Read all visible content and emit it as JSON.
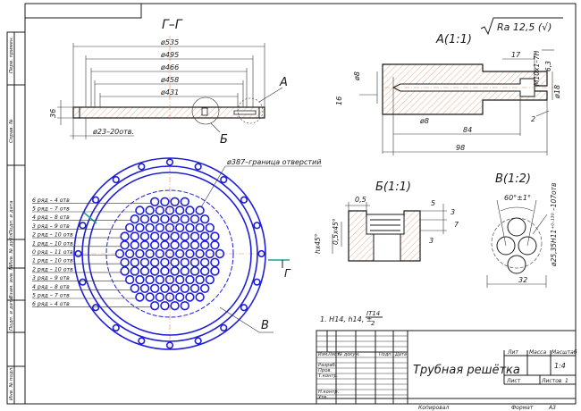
{
  "views": {
    "section_gg": {
      "title": "Г–Г",
      "dims": [
        "ø535",
        "ø495",
        "ø466",
        "ø458",
        "ø431"
      ],
      "thickness": "36",
      "holes": "ø23–20отв.",
      "callout_a": "А",
      "callout_b": "Б"
    },
    "detail_a": {
      "title": "А(1:1)",
      "roughness": "Ra 12,5 (√)",
      "dims": {
        "d8_top": "ø8",
        "d8_bottom": "ø8",
        "d18": "ø18",
        "d16": "16",
        "l17": "17",
        "l84": "84",
        "l98": "98",
        "l2": "2",
        "h63": "6,3",
        "thread": "M10x1–7H"
      }
    },
    "detail_b": {
      "title": "Б(1:1)",
      "dims": {
        "w05": "0,5",
        "chamfer": "0,5x45°",
        "d5": "5",
        "d7": "7",
        "d3a": "3",
        "d3b": "3",
        "hx": "hx45°"
      }
    },
    "detail_v": {
      "title": "В(1:2)",
      "dims": {
        "angle": "60°±1°",
        "holes": "ø25,35Н11⁺⁰·¹³⁰ –107отв",
        "pitch": "32"
      }
    },
    "plan": {
      "boundary_label": "ø387–граница отверстий",
      "callout_v": "В",
      "section_mark": "Г",
      "rows": [
        "6 ряд – 4 отв",
        "5 ряд – 7 отв",
        "4 ряд – 8 отв",
        "3 ряд – 9 отв",
        "2 ряд – 10 отв",
        "1 ряд – 10 отв",
        "0 ряд – 11 отв",
        "1 ряд – 10 отв",
        "2 ряд – 10 отв",
        "3 ряд – 9 отв",
        "4 ряд – 8 отв",
        "5 ряд – 7 отв",
        "6 ряд – 4 отв"
      ]
    }
  },
  "notes": {
    "line1_prefix": "1. Н14, h14, ±",
    "line1_num": "IT14",
    "line1_den": "2"
  },
  "title_block": {
    "name": "Трубная решётка",
    "headers": {
      "lit": "Лит",
      "mass": "Масса",
      "scale": "Масштаб"
    },
    "scale_value": "1:4",
    "sheet": "Лист",
    "sheets": "Листов",
    "sheets_value": "1",
    "roles": [
      "Разраб.",
      "Пров.",
      "Т.контр.",
      "",
      "Н.контр.",
      "Утв."
    ],
    "cols": [
      "Изм.",
      "Лист",
      "№ докум.",
      "Подп.",
      "Дата"
    ],
    "copied": "Копировал",
    "format": "Формат",
    "format_value": "А3"
  },
  "side_stamp": [
    "Перв. примен.",
    "Справ. №",
    "Подп. и дата",
    "Инв. № дубл.",
    "Взам. инв. №",
    "Подп. и дата",
    "Инв. № подл."
  ]
}
